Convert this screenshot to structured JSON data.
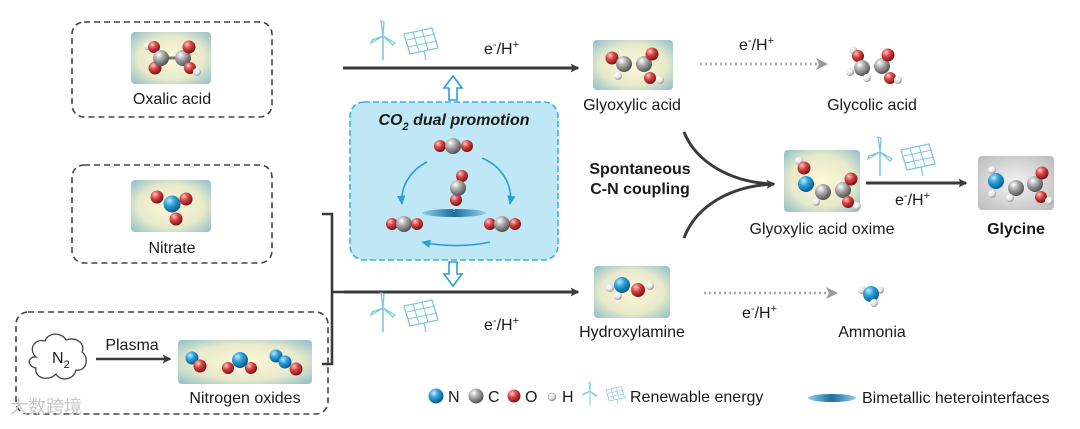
{
  "boxes": {
    "oxalic_acid": "Oxalic acid",
    "nitrate": "Nitrate",
    "nitrogen_oxides": "Nitrogen oxides",
    "n2": "N",
    "n2_sub": "2",
    "plasma": "Plasma"
  },
  "promotion": {
    "title_main": "CO",
    "title_sub": "2",
    "title_rest": " dual promotion"
  },
  "reaction": {
    "e_base": "e",
    "e_sup": "-",
    "h_mid": "/H",
    "h_sup": "+"
  },
  "products": {
    "glyoxylic_acid": "Glyoxylic acid",
    "glycolic_acid": "Glycolic acid",
    "glyoxylic_acid_oxime": "Glyoxylic acid oxime",
    "glycine": "Glycine",
    "hydroxylamine": "Hydroxylamine",
    "ammonia": "Ammonia"
  },
  "coupling": {
    "line1": "Spontaneous",
    "line2": "C-N coupling"
  },
  "legend": {
    "n": "N",
    "c": "C",
    "o": "O",
    "h": "H",
    "renewable": "Renewable energy",
    "bimetallic": "Bimetallic heterointerfaces"
  },
  "watermark": "大数跨境",
  "colors": {
    "nitrogen": "#1f8fc8",
    "carbon": "#9a9a9a",
    "oxygen": "#cc3b3b",
    "hydrogen": "#f0f0f0",
    "panel": "#bfe7f5",
    "panel_border": "#3bb1dc",
    "arrow": "#3a3a3a",
    "energy_icon": "#7fc6e0"
  },
  "icons": [
    "wind-turbine-icon",
    "solar-panel-icon"
  ]
}
